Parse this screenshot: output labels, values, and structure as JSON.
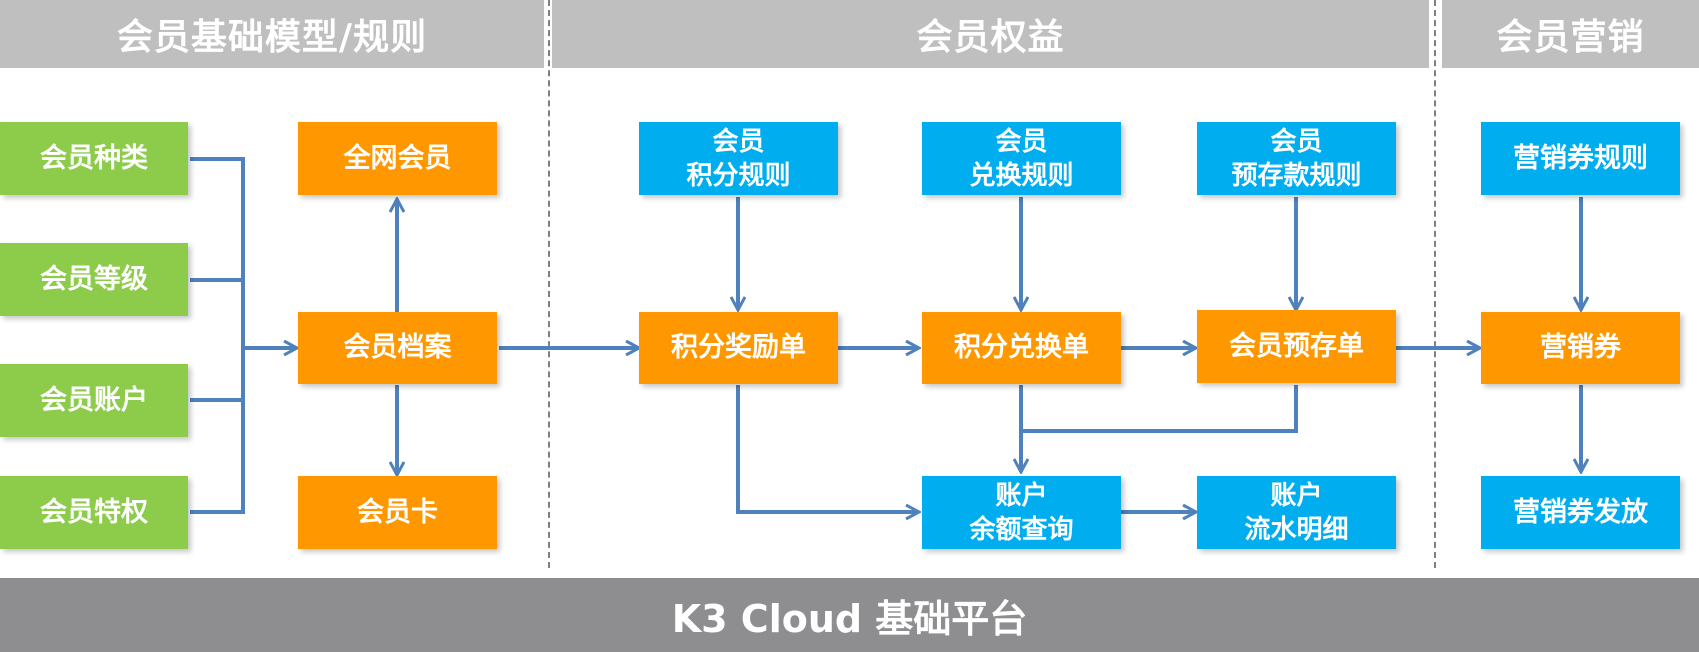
{
  "headers": {
    "basic": "会员基础模型/规则",
    "benefits": "会员权益",
    "marketing": "会员营销"
  },
  "basic": {
    "type": "会员种类",
    "level": "会员等级",
    "account": "会员账户",
    "privilege": "会员特权",
    "all_network_member": "全网会员",
    "member_profile": "会员档案",
    "member_card": "会员卡"
  },
  "benefits": {
    "points_rule": "会员\n积分规则",
    "exchange_rule": "会员\n兑换规则",
    "prestore_rule": "会员\n预存款规则",
    "points_reward_order": "积分奖励单",
    "points_exchange_order": "积分兑换单",
    "member_prestore_order": "会员预存单",
    "balance_query": "账户\n余额查询",
    "transaction_detail": "账户\n流水明细"
  },
  "marketing": {
    "coupon_rule": "营销券规则",
    "coupon": "营销券",
    "coupon_issue": "营销券发放"
  },
  "footer": "K3 Cloud 基础平台",
  "colors": {
    "green": "#8dcc4b",
    "orange": "#ff9800",
    "blue": "#00aef0",
    "arrow": "#4f81bd",
    "header": "#bfbfbf",
    "footer": "#8e8e90"
  }
}
